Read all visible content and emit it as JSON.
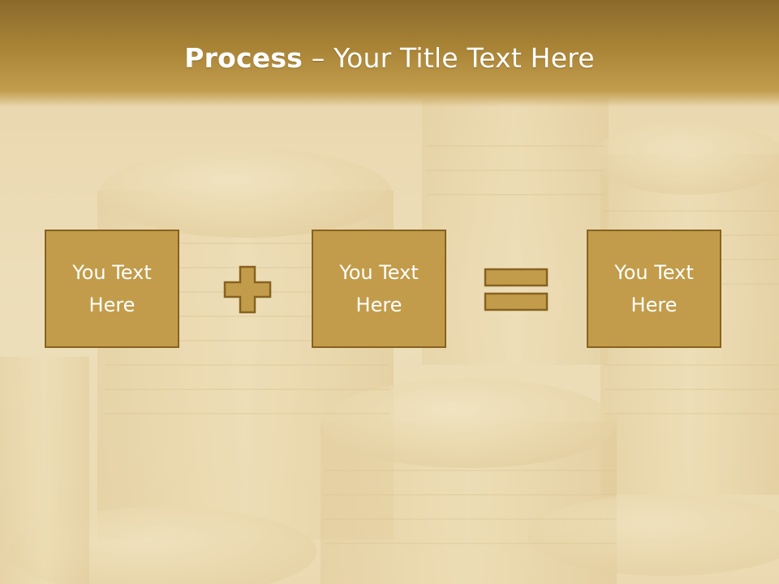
{
  "slide": {
    "title_bold": "Process",
    "title_rest": " – Your Title Text Here"
  },
  "boxes": [
    {
      "line1": "You Text",
      "line2": "Here"
    },
    {
      "line1": "You Text",
      "line2": "Here"
    },
    {
      "line1": "You Text",
      "line2": "Here"
    }
  ],
  "operators": [
    "plus-icon",
    "equals-icon"
  ],
  "colors": {
    "title_bar": "#a98436",
    "box_fill": "#c29c4a",
    "box_border": "#876220",
    "text": "#ffffff",
    "background": "#e9d7a9"
  }
}
